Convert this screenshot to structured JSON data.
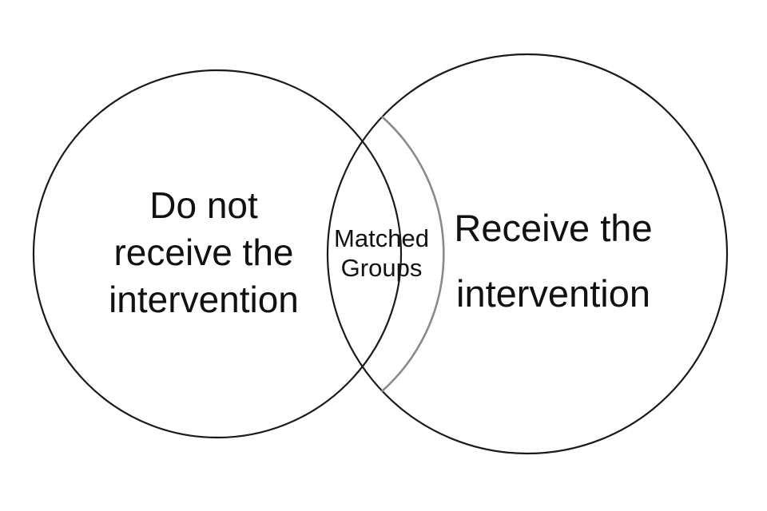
{
  "diagram": {
    "left_set": {
      "lines": [
        "Do not",
        "receive the",
        "intervention"
      ]
    },
    "right_set": {
      "lines": [
        "Receive the",
        "intervention"
      ]
    },
    "overlap": {
      "lines": [
        "Matched",
        "Groups"
      ]
    }
  }
}
